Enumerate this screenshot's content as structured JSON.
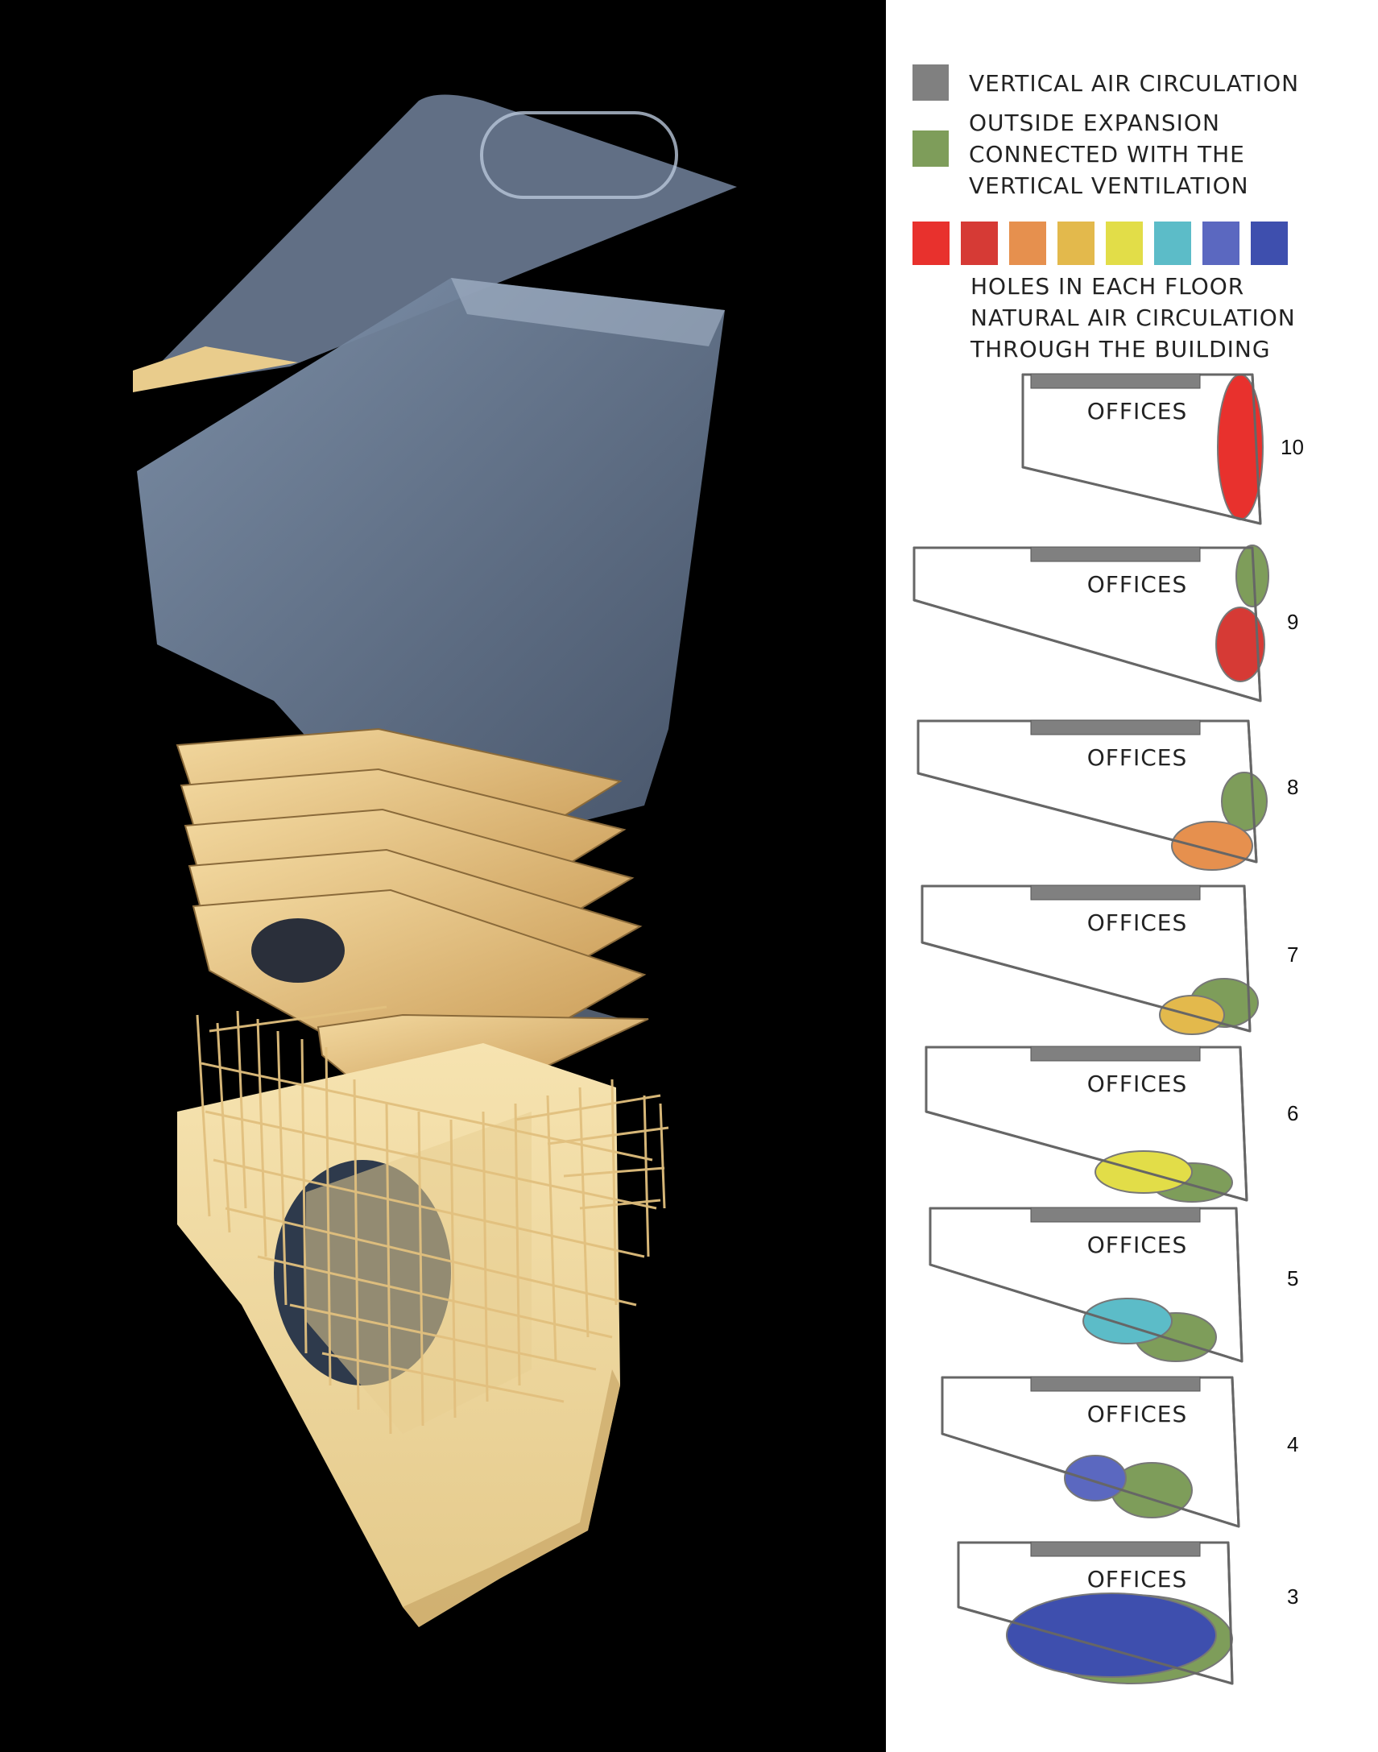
{
  "legend": {
    "vertical_air": {
      "label": "VERTICAL AIR CIRCULATION",
      "color": "#808080"
    },
    "outside_expansion": {
      "lines": [
        "OUTSIDE EXPANSION",
        "CONNECTED WITH THE",
        "VERTICAL VENTILATION"
      ],
      "color": "#7e9d5a"
    },
    "floor_colors": [
      "#e8312d",
      "#d63a35",
      "#e6904e",
      "#e3b94c",
      "#e2dd48",
      "#5cbcc8",
      "#5b68c0",
      "#3e4fae"
    ],
    "holes": {
      "lines": [
        "HOLES IN EACH FLOOR",
        "NATURAL AIR CIRCULATION",
        "THROUGH THE BUILDING"
      ]
    }
  },
  "floors": [
    {
      "number": "10",
      "label": "OFFICES",
      "hole_color": "#e8312d"
    },
    {
      "number": "9",
      "label": "OFFICES",
      "hole_color": "#d63a35",
      "expansion_color": "#7e9d5a"
    },
    {
      "number": "8",
      "label": "OFFICES",
      "hole_color": "#e6904e",
      "expansion_color": "#7e9d5a"
    },
    {
      "number": "7",
      "label": "OFFICES",
      "hole_color": "#e3b94c",
      "expansion_color": "#7e9d5a"
    },
    {
      "number": "6",
      "label": "OFFICES",
      "hole_color": "#e2dd48",
      "expansion_color": "#7e9d5a"
    },
    {
      "number": "5",
      "label": "OFFICES",
      "hole_color": "#5cbcc8",
      "expansion_color": "#7e9d5a"
    },
    {
      "number": "4",
      "label": "OFFICES",
      "hole_color": "#5b68c0",
      "expansion_color": "#7e9d5a"
    },
    {
      "number": "3",
      "label": "OFFICES",
      "hole_color": "#3e4fae",
      "expansion_color": "#7e9d5a"
    }
  ]
}
